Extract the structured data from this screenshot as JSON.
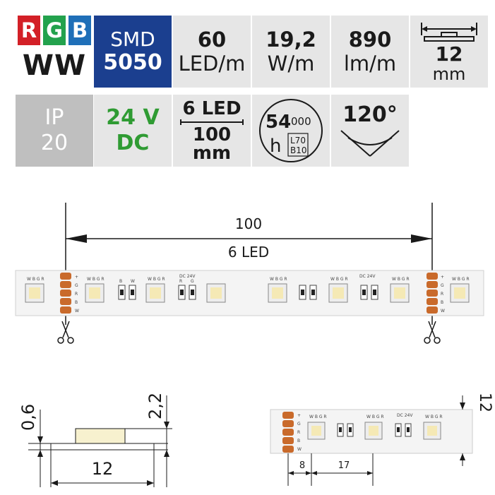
{
  "badges": {
    "rgb": {
      "r": "R",
      "g": "G",
      "b": "B",
      "ww": "WW",
      "colors": {
        "r": "#d32027",
        "g": "#23a24d",
        "b": "#1f6fb8"
      }
    },
    "smd": {
      "line1": "SMD",
      "line2": "5050"
    },
    "led_density": {
      "value": "60",
      "unit": "LED/m"
    },
    "power": {
      "value": "19,2",
      "unit": "W/m"
    },
    "lumen": {
      "value": "890",
      "unit": "lm/m"
    },
    "width": {
      "value": "12",
      "unit": "mm"
    },
    "ip": {
      "line1": "IP",
      "line2": "20"
    },
    "voltage": {
      "line1": "24 V",
      "line2": "DC"
    },
    "cut": {
      "top": "6 LED",
      "bottom1": "100",
      "bottom2": "mm"
    },
    "lifetime": {
      "big": "54",
      "small": "000",
      "h": "h",
      "l70": "L70",
      "b10": "B10"
    },
    "angle": {
      "value": "120°"
    }
  },
  "strip": {
    "dimension_top": "100",
    "dimension_sub": "6 LED",
    "chip_label": "W B G R",
    "resistor_b": "B",
    "resistor_w": "W",
    "resistor_r": "R",
    "resistor_g": "G",
    "dc_label": "DC 24V",
    "pad_labels": [
      "+",
      "G",
      "R",
      "B",
      "W"
    ]
  },
  "profile": {
    "thickness": "0,6",
    "height": "2,2",
    "width": "12"
  },
  "detail": {
    "pitch_a": "8",
    "pitch_b": "17",
    "strip_width": "12"
  },
  "colors": {
    "strip": "#f4f4f4",
    "pad": "#c96a2b",
    "blue": "#1b3f8f",
    "grey": "#e6e6e6"
  }
}
